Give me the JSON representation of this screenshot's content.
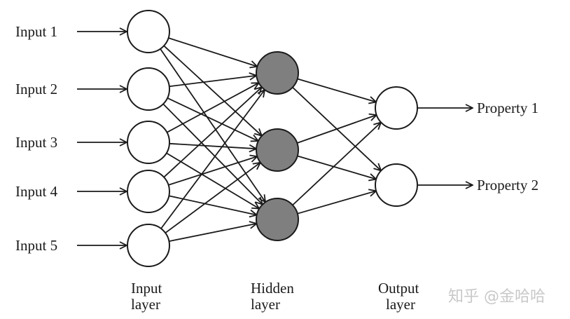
{
  "diagram": {
    "type": "feedforward-neural-network",
    "colors": {
      "line": "#1a1a1a",
      "input_node_fill": "#ffffff",
      "hidden_node_fill": "#7f7f7f",
      "output_node_fill": "#ffffff",
      "watermark": "#c8c8c8"
    },
    "inputs": [
      "Input 1",
      "Input 2",
      "Input 3",
      "Input 4",
      "Input 5"
    ],
    "hidden_count": 3,
    "outputs": [
      "Property 1",
      "Property 2"
    ],
    "layer_labels": {
      "input": [
        "Input",
        "layer"
      ],
      "hidden": [
        "Hidden",
        "layer"
      ],
      "output": [
        "Output",
        "layer"
      ]
    },
    "connections": "fully-connected"
  },
  "watermark": "知乎 @金哈哈"
}
